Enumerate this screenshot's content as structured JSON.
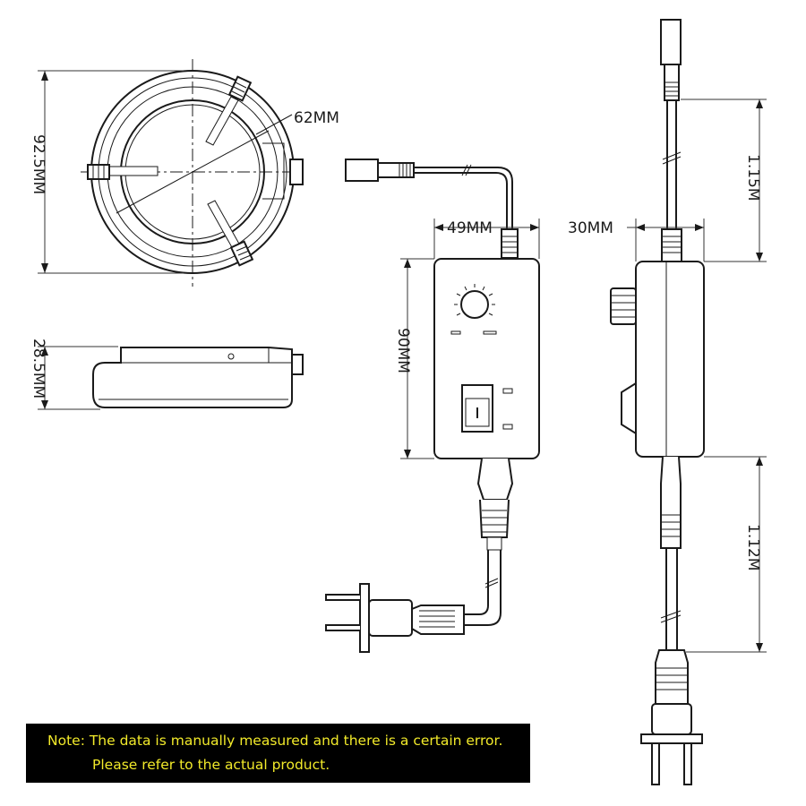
{
  "dimensions": {
    "ring_diameter": "92.5MM",
    "inner_diameter": "62MM",
    "ring_height": "28.5MM",
    "box_width": "49MM",
    "box_height": "90MM",
    "box_depth": "30MM",
    "cable_upper": "1.15M",
    "cable_lower": "1.12M"
  },
  "note": {
    "line1": "Note: The data is manually measured and there is a certain error.",
    "line2": "Please refer to the actual product."
  },
  "colors": {
    "line": "#1a1a1a",
    "note_bg": "#000000",
    "note_text": "#f2ea2a"
  }
}
